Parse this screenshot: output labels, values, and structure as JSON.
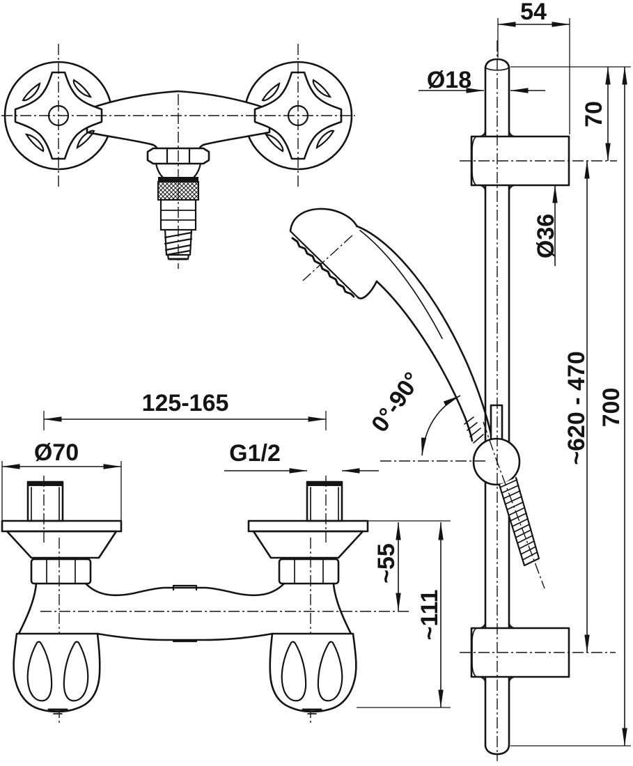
{
  "colors": {
    "ink": "#141414",
    "background": "#ffffff"
  },
  "labels": {
    "slide_bar": {
      "wall_distance": "54",
      "bar_diameter": "Ø18",
      "bracket_top_offset": "70",
      "bracket_diameter": "Ø36",
      "slider_adjust_range": "~620 - 470",
      "bar_length": "700",
      "handset_swivel_angle": "0°-90°"
    },
    "mixer": {
      "inlet_center_distance": "125-165",
      "rosette_diameter": "Ø70",
      "inlet_thread": "G1/2",
      "depth_to_center": "~55",
      "total_depth": "~111"
    }
  }
}
